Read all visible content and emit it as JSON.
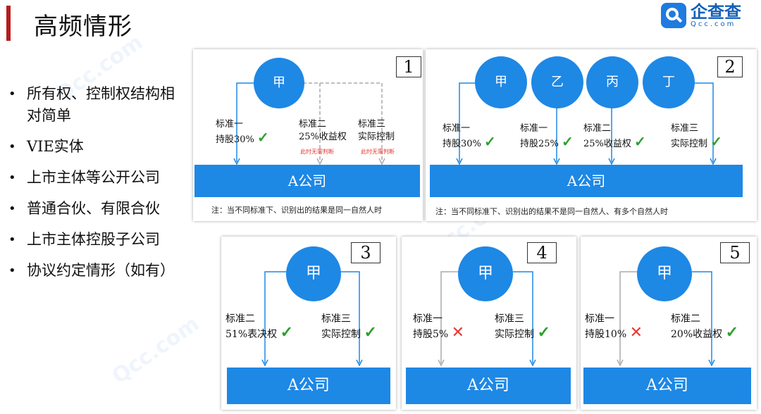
{
  "title": "高频情形",
  "logo": {
    "name": "企查查",
    "sub": "Qcc.com"
  },
  "bullets": [
    "所有权、控制权结构相对简单",
    "VIE实体",
    "上市主体等公开公司",
    "普通合伙、有限合伙",
    "上市主体控股子公司",
    "协议约定情形（如有）"
  ],
  "company_label": "A公司",
  "check_icon": "✓",
  "cross_icon": "✕",
  "panel1": {
    "num": "1",
    "person": "甲",
    "std1": [
      "标准一",
      "持股30%"
    ],
    "std2": [
      "标准二",
      "25%收益权"
    ],
    "std3": [
      "标准三",
      "实际控制"
    ],
    "red": "此时无需判断",
    "note": "注：当不同标准下、识别出的结果是同一自然人时"
  },
  "panel2": {
    "num": "2",
    "persons": [
      "甲",
      "乙",
      "丙",
      "丁"
    ],
    "std1": [
      "标准一",
      "持股30%"
    ],
    "std1b": [
      "标准一",
      "持股25%"
    ],
    "std2": [
      "标准二",
      "25%收益权"
    ],
    "std3": [
      "标准三",
      "实际控制"
    ],
    "note": "注：当不同标准下、识别出的结果不是同一自然人、有多个自然人时"
  },
  "panel3": {
    "num": "3",
    "person": "甲",
    "left": [
      "标准二",
      "51%表决权"
    ],
    "right": [
      "标准三",
      "实际控制"
    ]
  },
  "panel4": {
    "num": "4",
    "person": "甲",
    "left": [
      "标准一",
      "持股5%"
    ],
    "right": [
      "标准三",
      "实际控制"
    ]
  },
  "panel5": {
    "num": "5",
    "person": "甲",
    "left": [
      "标准一",
      "持股10%"
    ],
    "right": [
      "标准二",
      "20%收益权"
    ]
  },
  "colors": {
    "accent": "#1e88e5",
    "title_bar": "#b71c1c",
    "check": "#2e9f2e",
    "cross": "#e53935"
  }
}
